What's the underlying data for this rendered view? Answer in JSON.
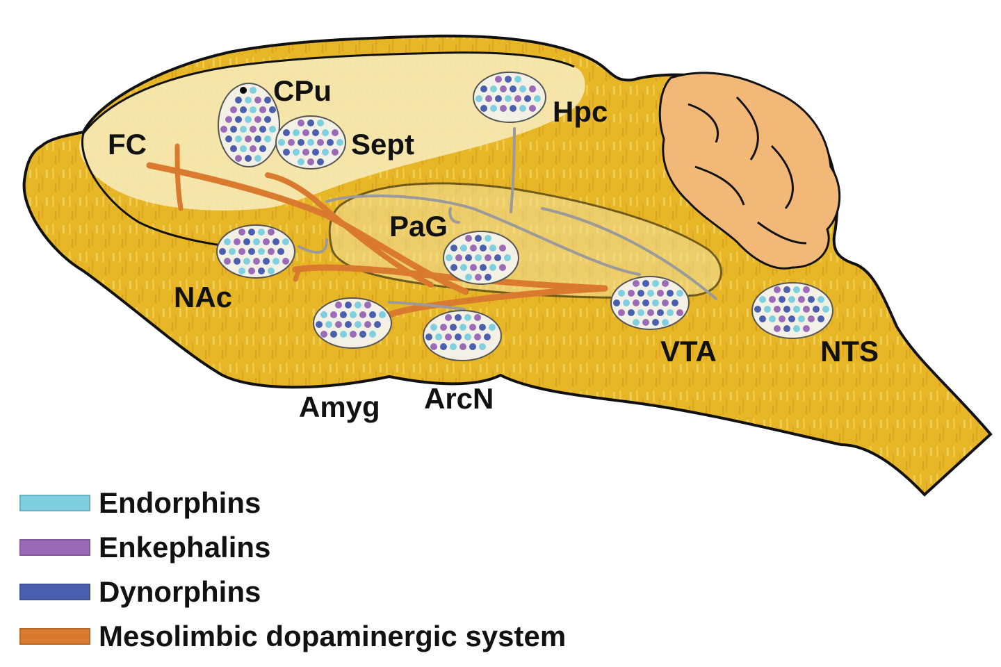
{
  "regions": {
    "fc": "FC",
    "cpu": "CPu",
    "sept": "Sept",
    "hpc": "Hpc",
    "pag": "PaG",
    "nac": "NAc",
    "amyg": "Amyg",
    "arcn": "ArcN",
    "vta": "VTA",
    "nts": "NTS"
  },
  "legend": {
    "endorphins": "Endorphins",
    "enkephalins": "Enkephalins",
    "dynorphins": "Dynorphins",
    "mesolimbic": "Mesolimbic dopaminergic system"
  },
  "colors": {
    "brain_fill": "#e8b928",
    "brain_light": "#f7ecb4",
    "cerebellum": "#f2b877",
    "endorphins": "#7ecfe0",
    "enkephalins": "#9b6bb8",
    "dynorphins": "#4a5fae",
    "mesolimbic": "#d97a2e",
    "outline": "#111111"
  }
}
